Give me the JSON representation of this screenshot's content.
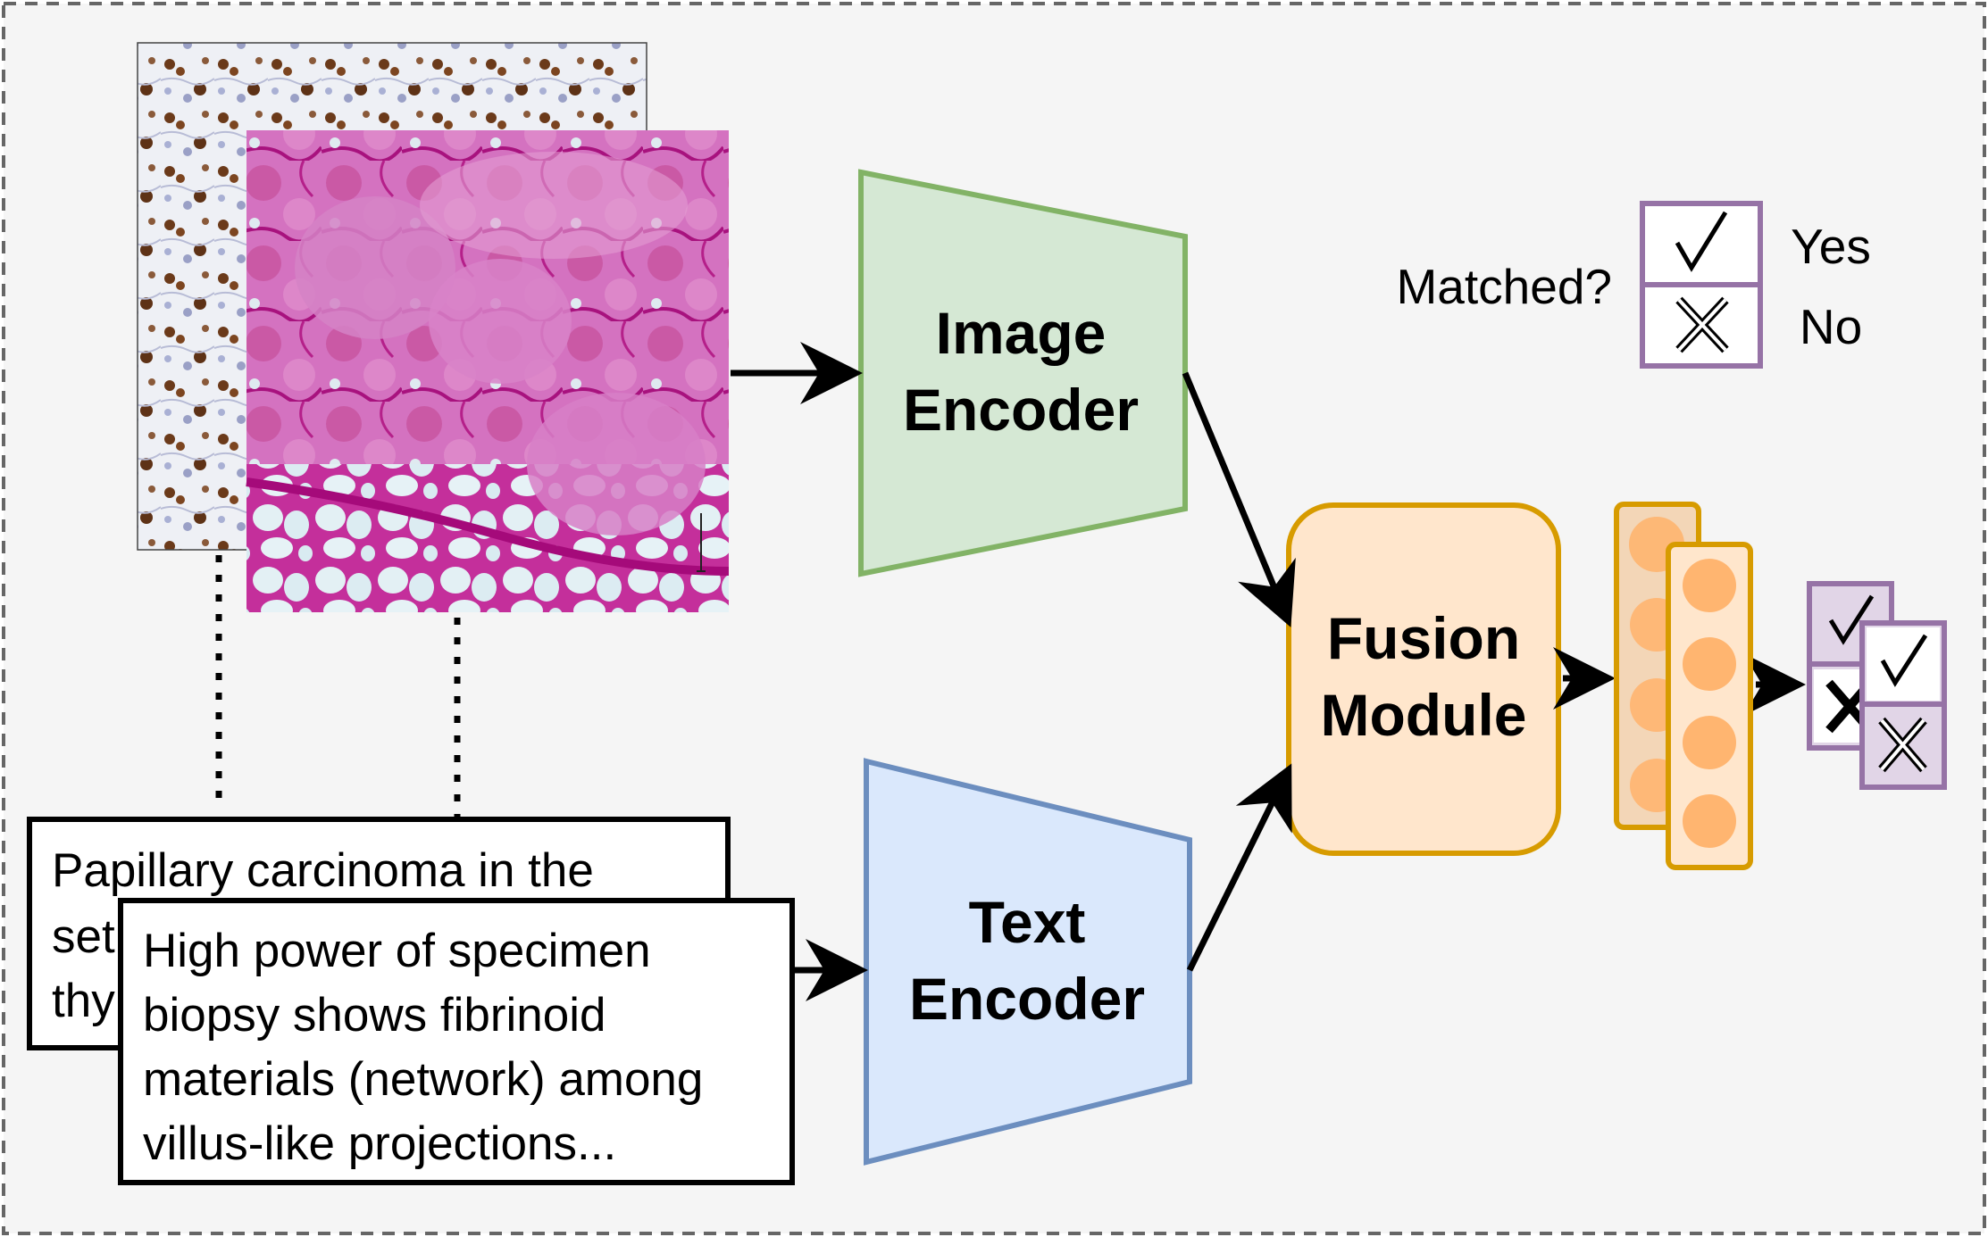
{
  "image_encoder": {
    "line1": "Image",
    "line2": "Encoder"
  },
  "text_encoder": {
    "line1": "Text",
    "line2": "Encoder"
  },
  "fusion_module": {
    "line1": "Fusion",
    "line2": "Module"
  },
  "matched": {
    "question": "Matched?",
    "yes": "Yes",
    "no": "No"
  },
  "captions": {
    "back": {
      "line1": "Papillary carcinoma in the",
      "line2": "set",
      "line3": "thy"
    },
    "front": {
      "line1": "High power of specimen",
      "line2": "biopsy shows fibrinoid",
      "line3": "materials (network) among",
      "line4": "villus-like projections..."
    }
  },
  "colors": {
    "image_encoder_fill": "#d5e8d4",
    "image_encoder_stroke": "#82b366",
    "text_encoder_fill": "#dae8fc",
    "text_encoder_stroke": "#6c8ebf",
    "fusion_fill": "#ffe6cc",
    "fusion_stroke": "#d79b00",
    "checkbox_stroke": "#9673a6",
    "checkbox_fill": "#e1d5e7",
    "stain_pink": "#c8329e",
    "stain_brown": "#6b3a1a"
  },
  "icons": [
    "check-icon",
    "x-icon",
    "arrow-icon",
    "histology-image"
  ]
}
